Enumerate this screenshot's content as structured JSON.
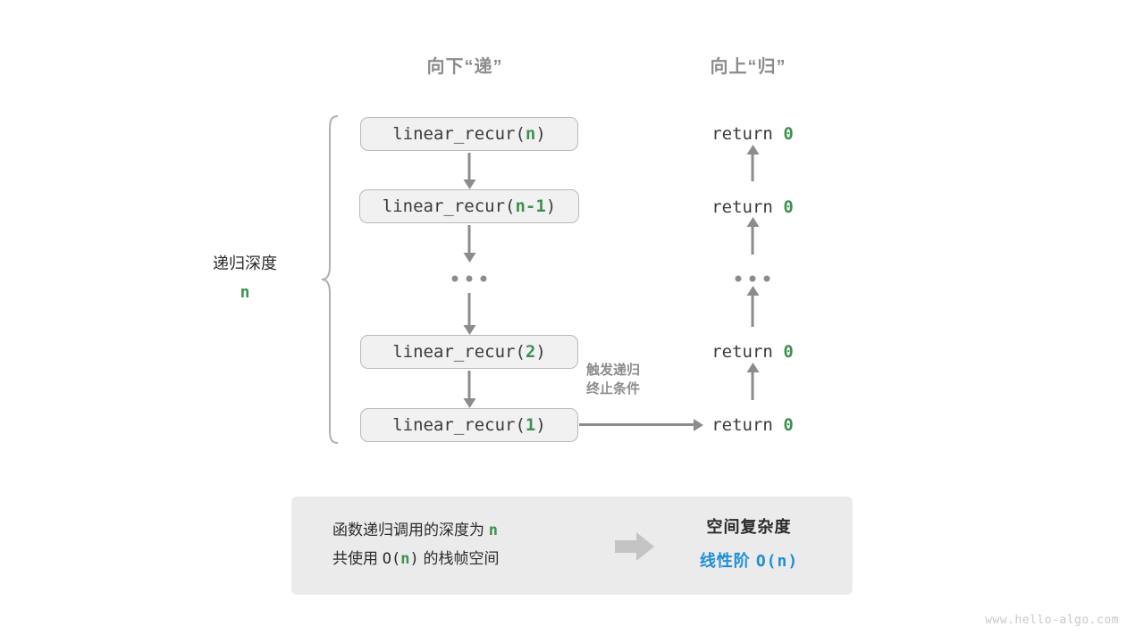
{
  "headers": {
    "down": "向下“递”",
    "up": "向上“归”"
  },
  "depth": {
    "label": "递归深度",
    "value": "n"
  },
  "calls": [
    {
      "name": "linear_recur(",
      "arg": "n",
      "close": ")"
    },
    {
      "name": "linear_recur(",
      "arg": "n-1",
      "close": ")"
    },
    {
      "name": "linear_recur(",
      "arg": "2",
      "close": ")"
    },
    {
      "name": "linear_recur(",
      "arg": "1",
      "close": ")"
    }
  ],
  "returns": [
    {
      "keyword": "return",
      "value": "0"
    },
    {
      "keyword": "return",
      "value": "0"
    },
    {
      "keyword": "return",
      "value": "0"
    },
    {
      "keyword": "return",
      "value": "0"
    }
  ],
  "ellipsis": "• • •",
  "base_case": {
    "line1": "触发递归",
    "line2": "终止条件"
  },
  "summary": {
    "left_line1_a": "函数递归调用的深度为 ",
    "left_line1_n": "n",
    "left_line2_a": "共使用 ",
    "left_line2_b": "O(",
    "left_line2_n": "n",
    "left_line2_c": ")",
    "left_line2_d": " 的栈帧空间",
    "right_title": "空间复杂度",
    "right_value_text": "线性阶 ",
    "right_value_mono": "O(n)"
  },
  "watermark": "www.hello-algo.com",
  "colors": {
    "green": "#3e9150",
    "blue": "#1f8fd6",
    "gray": "#8c8c8c",
    "panel": "#ebebeb",
    "box_fill": "#f1f1f1",
    "box_border": "#b9b9b9"
  }
}
